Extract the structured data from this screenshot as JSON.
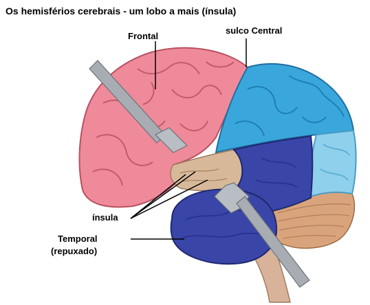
{
  "title": "Os hemisférios cerebrais - um lobo a mais (ínsula)",
  "labels": {
    "frontal": "Frontal",
    "sulco_central": "sulco Central",
    "insula": "ínsula",
    "temporal": "Temporal",
    "repuxado": "(repuxado)"
  },
  "colors": {
    "frontal_lobe": "#ef8a9a",
    "parietal_lobe": "#3aa7dc",
    "occipital_lobe": "#8fd0ec",
    "temporal_lobe": "#3a45a8",
    "insula": "#d7b99a",
    "cerebellum": "#d9a47c",
    "brainstem": "#d8b39a",
    "retractor": "#a7adb3"
  }
}
